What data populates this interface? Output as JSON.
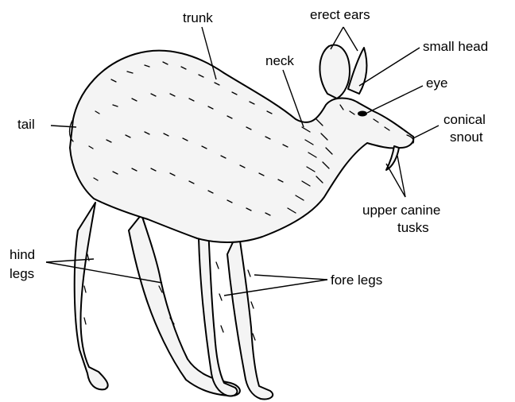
{
  "diagram": {
    "labels": {
      "trunk": "trunk",
      "erect_ears": "erect ears",
      "small_head": "small head",
      "neck": "neck",
      "eye": "eye",
      "tail": "tail",
      "conical_snout_line1": "conical",
      "conical_snout_line2": "snout",
      "upper_canine_tusks_line1": "upper canine",
      "upper_canine_tusks_line2": "tusks",
      "hind_legs_line1": "hind",
      "hind_legs_line2": "legs",
      "fore_legs": "fore legs"
    },
    "colors": {
      "ink": "#000000",
      "background": "#ffffff"
    }
  }
}
